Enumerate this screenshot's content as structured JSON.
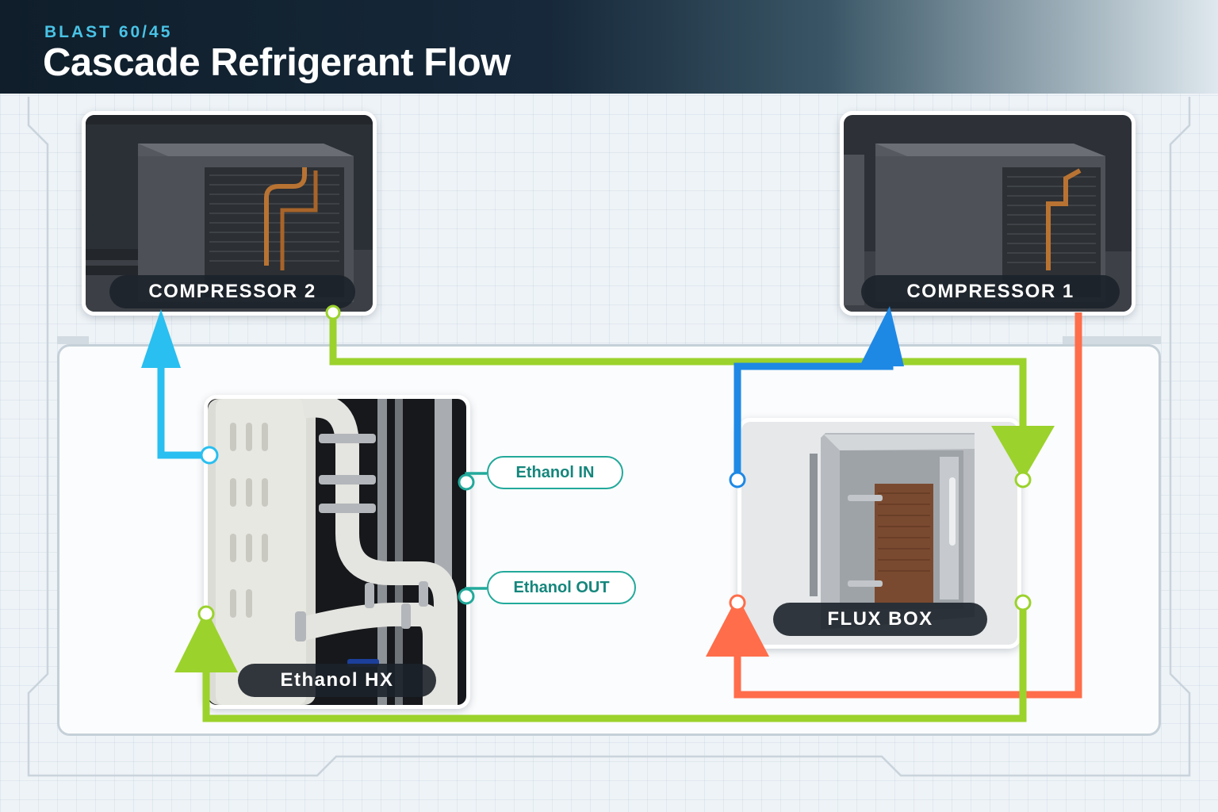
{
  "header": {
    "eyebrow": "BLAST 60/45",
    "title": "Cascade Refrigerant Flow"
  },
  "components": {
    "compressor_2": {
      "label": "COMPRESSOR 2"
    },
    "compressor_1": {
      "label": "COMPRESSOR 1"
    },
    "ethanol_hx": {
      "label": "Ethanol HX",
      "ports": {
        "ethanol_in": "Ethanol IN",
        "ethanol_out": "Ethanol OUT"
      }
    },
    "flux_box": {
      "label": "FLUX BOX"
    }
  },
  "colors": {
    "line_lime": "#9bd22c",
    "line_sky": "#29bff0",
    "line_blue": "#1e88e5",
    "line_coral": "#ff6d4a",
    "port_teal": "#22a99b",
    "label_dark": "#1c222a"
  }
}
